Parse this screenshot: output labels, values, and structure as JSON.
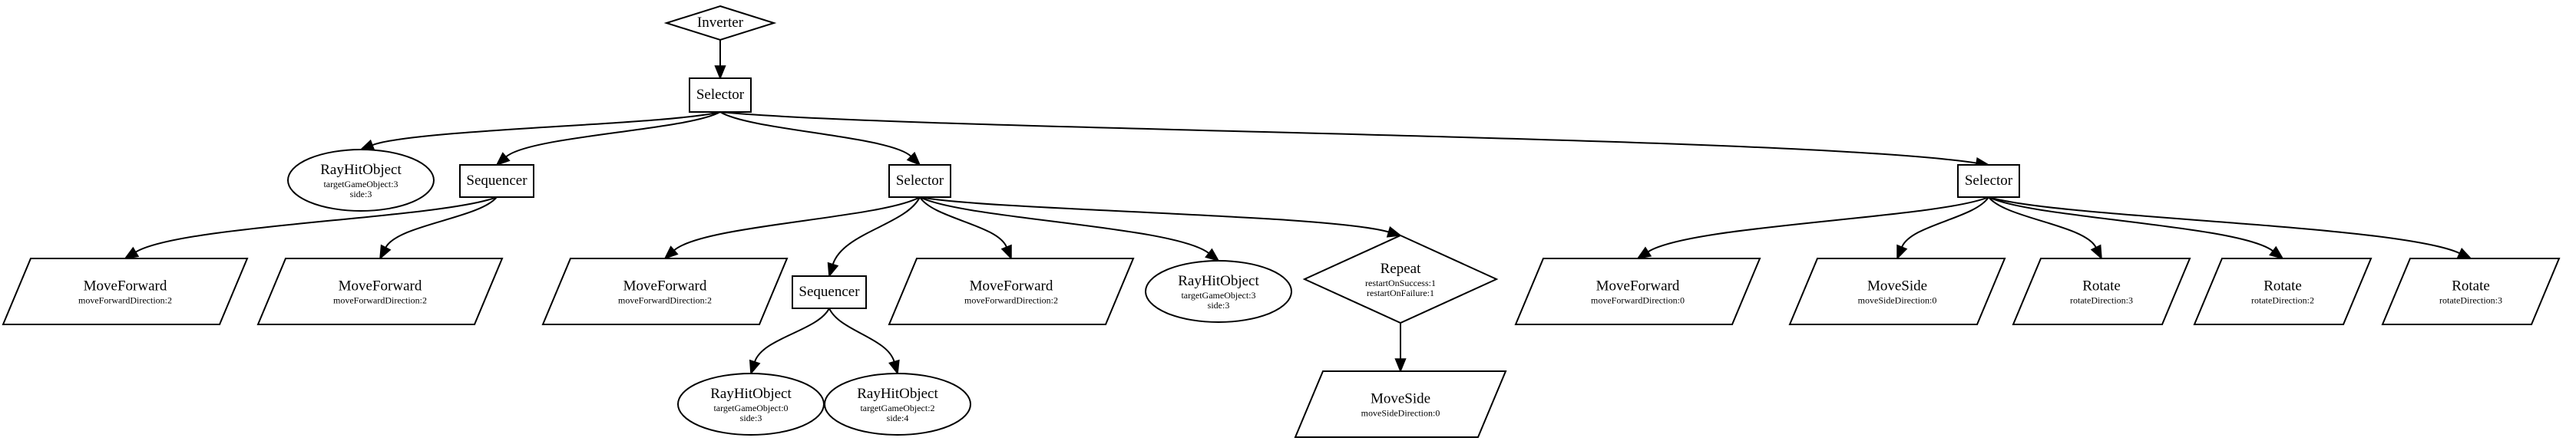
{
  "diagram": {
    "nodes": [
      {
        "id": "inverter",
        "label": "Inverter"
      },
      {
        "id": "selector_root",
        "label": "Selector"
      },
      {
        "id": "rayhit_top",
        "label": "RayHitObject",
        "sub": [
          "targetGameObject:3",
          "side:3"
        ]
      },
      {
        "id": "sequencer_left",
        "label": "Sequencer"
      },
      {
        "id": "selector_mid",
        "label": "Selector"
      },
      {
        "id": "selector_right",
        "label": "Selector"
      },
      {
        "id": "mf_1",
        "label": "MoveForward",
        "sub": [
          "moveForwardDirection:2"
        ]
      },
      {
        "id": "mf_2",
        "label": "MoveForward",
        "sub": [
          "moveForwardDirection:2"
        ]
      },
      {
        "id": "mf_3",
        "label": "MoveForward",
        "sub": [
          "moveForwardDirection:2"
        ]
      },
      {
        "id": "sequencer_mid",
        "label": "Sequencer"
      },
      {
        "id": "mf_4",
        "label": "MoveForward",
        "sub": [
          "moveForwardDirection:2"
        ]
      },
      {
        "id": "rayhit_mid",
        "label": "RayHitObject",
        "sub": [
          "targetGameObject:3",
          "side:3"
        ]
      },
      {
        "id": "repeat",
        "label": "Repeat",
        "sub": [
          "restartOnSuccess:1",
          "restartOnFailure:1"
        ]
      },
      {
        "id": "mf_5",
        "label": "MoveForward",
        "sub": [
          "moveForwardDirection:0"
        ]
      },
      {
        "id": "moveside_1",
        "label": "MoveSide",
        "sub": [
          "moveSideDirection:0"
        ]
      },
      {
        "id": "rotate_1",
        "label": "Rotate",
        "sub": [
          "rotateDirection:3"
        ]
      },
      {
        "id": "rotate_2",
        "label": "Rotate",
        "sub": [
          "rotateDirection:2"
        ]
      },
      {
        "id": "rotate_3",
        "label": "Rotate",
        "sub": [
          "rotateDirection:3"
        ]
      },
      {
        "id": "rayhit_b1",
        "label": "RayHitObject",
        "sub": [
          "targetGameObject:0",
          "side:3"
        ]
      },
      {
        "id": "rayhit_b2",
        "label": "RayHitObject",
        "sub": [
          "targetGameObject:2",
          "side:4"
        ]
      },
      {
        "id": "moveside_2",
        "label": "MoveSide",
        "sub": [
          "moveSideDirection:0"
        ]
      }
    ],
    "edges": [
      {
        "from": "inverter",
        "to": "selector_root"
      },
      {
        "from": "selector_root",
        "to": "rayhit_top"
      },
      {
        "from": "selector_root",
        "to": "sequencer_left"
      },
      {
        "from": "selector_root",
        "to": "selector_mid"
      },
      {
        "from": "selector_root",
        "to": "selector_right"
      },
      {
        "from": "sequencer_left",
        "to": "mf_1"
      },
      {
        "from": "sequencer_left",
        "to": "mf_2"
      },
      {
        "from": "selector_mid",
        "to": "mf_3"
      },
      {
        "from": "selector_mid",
        "to": "sequencer_mid"
      },
      {
        "from": "selector_mid",
        "to": "mf_4"
      },
      {
        "from": "selector_mid",
        "to": "rayhit_mid"
      },
      {
        "from": "selector_mid",
        "to": "repeat"
      },
      {
        "from": "sequencer_mid",
        "to": "rayhit_b1"
      },
      {
        "from": "sequencer_mid",
        "to": "rayhit_b2"
      },
      {
        "from": "repeat",
        "to": "moveside_2"
      },
      {
        "from": "selector_right",
        "to": "mf_5"
      },
      {
        "from": "selector_right",
        "to": "moveside_1"
      },
      {
        "from": "selector_right",
        "to": "rotate_1"
      },
      {
        "from": "selector_right",
        "to": "rotate_2"
      },
      {
        "from": "selector_right",
        "to": "rotate_3"
      }
    ]
  },
  "colors": {
    "background": "#ffffff",
    "stroke": "#000000",
    "text": "#000000"
  }
}
